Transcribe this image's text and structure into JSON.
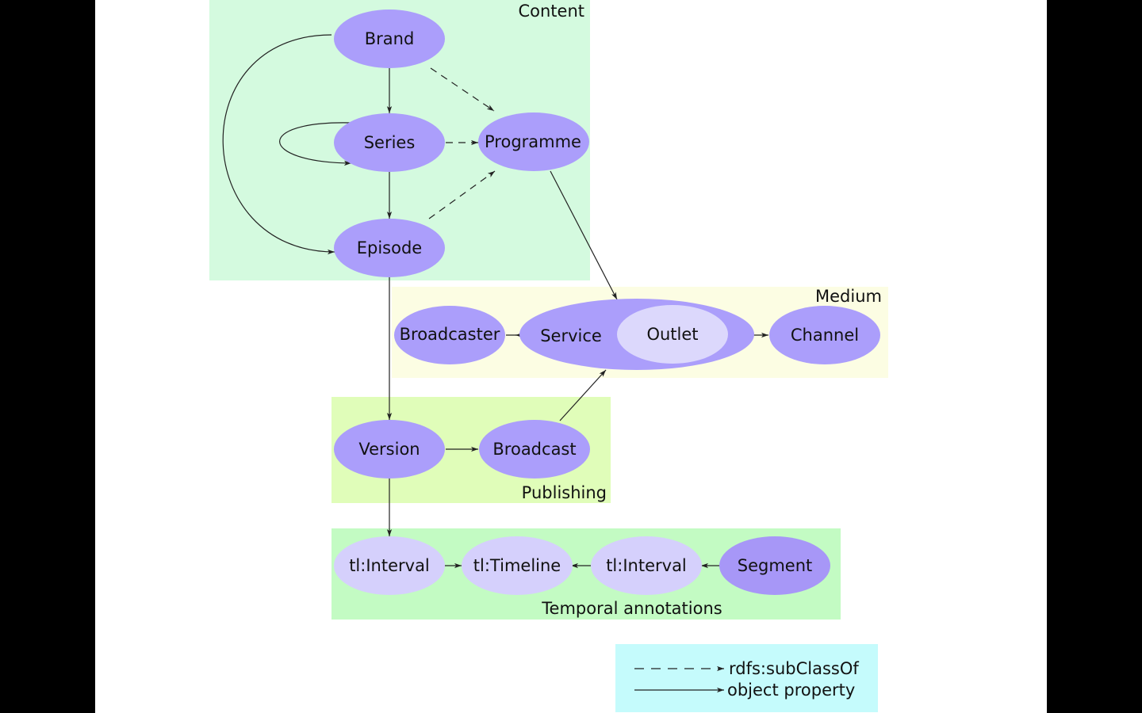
{
  "groups": {
    "content": {
      "label": "Content",
      "color": "#d4fadf"
    },
    "medium": {
      "label": "Medium",
      "color": "#fcfde3"
    },
    "publishing": {
      "label": "Publishing",
      "color": "#e0fdb9"
    },
    "temporal": {
      "label": "Temporal annotations",
      "color": "#c3fbc3"
    }
  },
  "nodes": {
    "brand": {
      "label": "Brand"
    },
    "series": {
      "label": "Series"
    },
    "programme": {
      "label": "Programme"
    },
    "episode": {
      "label": "Episode"
    },
    "broadcaster": {
      "label": "Broadcaster"
    },
    "service": {
      "label": "Service"
    },
    "outlet": {
      "label": "Outlet"
    },
    "channel": {
      "label": "Channel"
    },
    "version": {
      "label": "Version"
    },
    "broadcast": {
      "label": "Broadcast"
    },
    "interval_1": {
      "label": "tl:Interval"
    },
    "timeline": {
      "label": "tl:Timeline"
    },
    "interval_2": {
      "label": "tl:Interval"
    },
    "segment": {
      "label": "Segment"
    }
  },
  "legend": {
    "subclass_label": "rdfs:subClassOf",
    "property_label": "object property",
    "color": "#c5fbfc"
  },
  "colors": {
    "node": "#ab9efb",
    "node_light": "#d5d0fc",
    "outlet": "#dcd8fc",
    "segment": "#a797f7",
    "edge": "#222222",
    "background": "#000000",
    "page": "#ffffff"
  }
}
